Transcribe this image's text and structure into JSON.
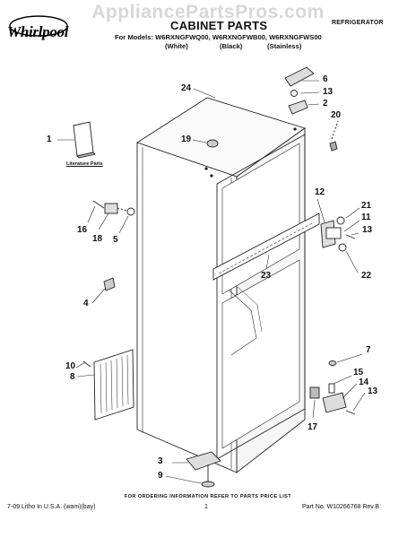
{
  "watermark": "AppliancePartsPros.com",
  "header": {
    "brand": "Whirlpool",
    "title": "CABINET PARTS",
    "category": "REFRIGERATOR",
    "models_line": "For Models: W6RXNGFWQ00, W6RXNGFWB00, W6RXNGFWS00",
    "variants": [
      "(White)",
      "(Black)",
      "(Stainless)"
    ]
  },
  "literature_label": "Literature Parts",
  "callouts": [
    "1",
    "2",
    "3",
    "4",
    "5",
    "6",
    "7",
    "8",
    "9",
    "10",
    "11",
    "12",
    "13",
    "13",
    "13",
    "14",
    "15",
    "16",
    "17",
    "18",
    "19",
    "20",
    "21",
    "22",
    "23",
    "24"
  ],
  "footer": {
    "ordering_note": "FOR ORDERING INFORMATION REFER TO PARTS PRICE LIST",
    "litho": "7-09 Litho In U.S.A. (wam)(bay)",
    "page": "1",
    "part_number": "Part No. W10266768 Rev.B"
  },
  "colors": {
    "line": "#222222",
    "watermark": "#969696"
  }
}
